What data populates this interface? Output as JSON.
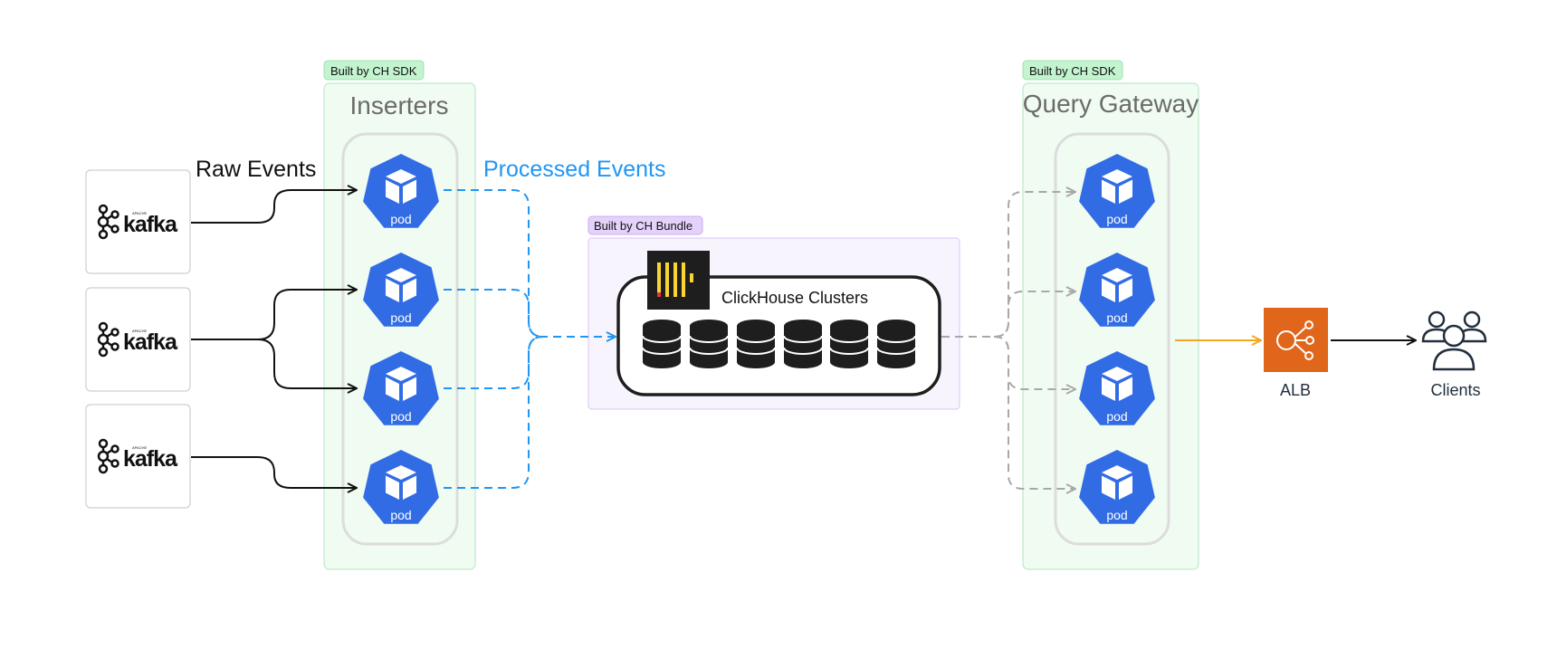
{
  "badges": {
    "inserters_badge": "Built by CH SDK",
    "gateway_badge": "Built by CH SDK",
    "bundle_badge": "Built by CH Bundle"
  },
  "groups": {
    "inserters_title": "Inserters",
    "gateway_title": "Query Gateway"
  },
  "edge_labels": {
    "raw_events": "Raw Events",
    "processed_events": "Processed Events"
  },
  "kafka": {
    "word": "kafka",
    "apache": "APACHE",
    "registered": "®",
    "count": 3
  },
  "pod_label": "pod",
  "clickhouse": {
    "label": "ClickHouse Clusters",
    "database_count": 6
  },
  "alb": {
    "label": "ALB"
  },
  "clients": {
    "label": "Clients"
  },
  "colors": {
    "pod_blue": "#326ce5",
    "processed_blue": "#2196f3",
    "group_green_fill": "#f0fbf2",
    "group_green_border": "#bfe9c9",
    "badge_green": "#c3f3cf",
    "bundle_purple_fill": "#f8f4fe",
    "bundle_purple_border": "#e0cdf7",
    "badge_purple": "#e4d2fb",
    "alb_orange": "#e0661b",
    "alb_arrow": "#f5a623",
    "query_gray": "#a8a8a8",
    "clickhouse_yellow": "#fad432"
  }
}
